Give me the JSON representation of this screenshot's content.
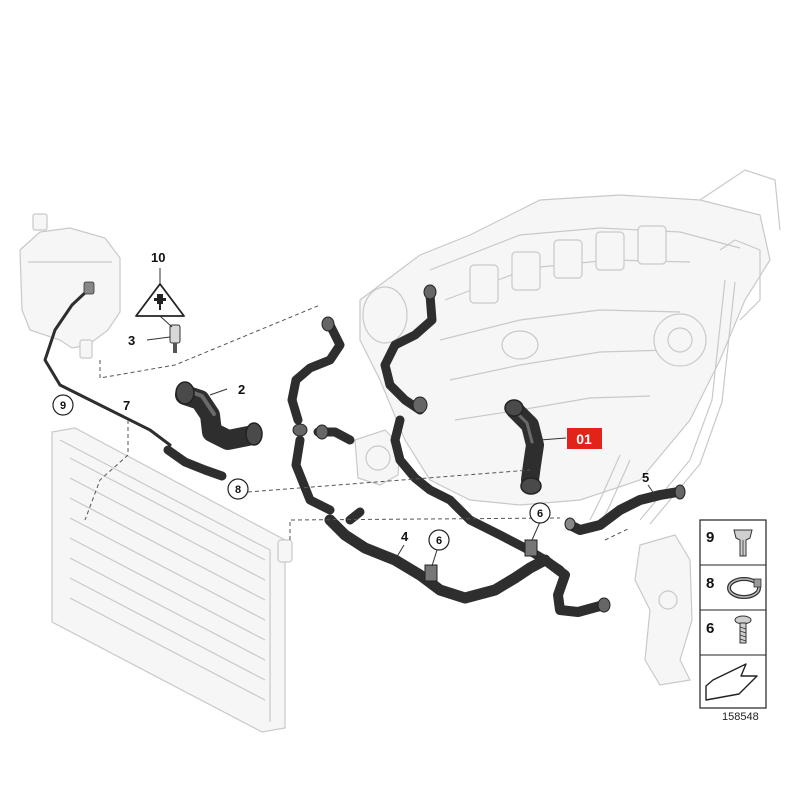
{
  "callouts": {
    "c10": "10",
    "c3": "3",
    "c2": "2",
    "c9": "9",
    "c7": "7",
    "c8": "8",
    "c4": "4",
    "c6a": "6",
    "c6b": "6",
    "c5": "5",
    "c01": "01"
  },
  "legend": {
    "items": [
      {
        "number": "9",
        "icon": "push-rivet-icon"
      },
      {
        "number": "8",
        "icon": "hose-clamp-icon"
      },
      {
        "number": "6",
        "icon": "screw-icon"
      }
    ],
    "arrow_icon": "direction-arrow-icon"
  },
  "reference_number": "158548",
  "colors": {
    "highlight": "#e2231a",
    "hose": "#2e2e2e",
    "ghost_outline": "#c9c9c9"
  }
}
